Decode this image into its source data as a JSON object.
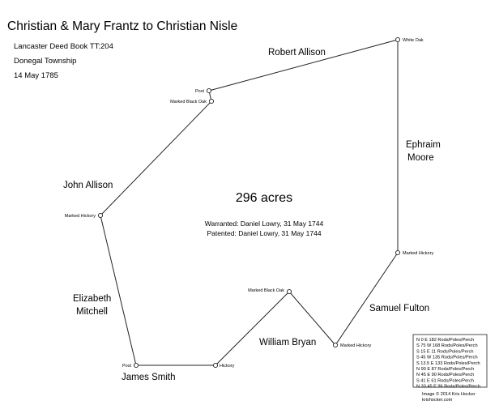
{
  "title": "Christian & Mary Frantz to Christian Nisle",
  "deed_book": "Lancaster Deed Book TT:204",
  "township": "Donegal Township",
  "date": "14 May 1785",
  "acreage": "296 acres",
  "warranted": "Warranted: Daniel Lowry, 31 May 1744",
  "patented": "Patented: Daniel Lowry, 31 May 1744",
  "neighbors": {
    "robert_allison": "Robert Allison",
    "ephraim": "Ephraim",
    "moore": "Moore",
    "john_allison": "John Allison",
    "elizabeth": "Elizabeth",
    "mitchell": "Mitchell",
    "james_smith": "James Smith",
    "william_bryan": "William Bryan",
    "samuel_fulton": "Samuel Fulton"
  },
  "corners": {
    "white_oak": "White Oak",
    "post_top": "Post",
    "marked_black_oak_top": "Marked Black Oak",
    "marked_hickory_left": "Marked Hickory",
    "post_bottom": "Post",
    "hickory": "Hickory",
    "marked_black_oak_bottom": "Marked Black Oak",
    "marked_hickory_bottom": "Marked Hickory",
    "marked_hickory_right": "Marked Hickory"
  },
  "calls": [
    "N 0 E 182 Rods/Poles/Perch",
    "S 75 W 168 Rods/Poles/Perch",
    "S 15 E 11 Rods/Poles/Perch",
    "S 45 W 135 Rods/Poles/Perch",
    "S 13.5 E 133 Rods/Poles/Perch",
    "N 90 E 87 Rods/Poles/Perch",
    "N 45 E 90 Rods/Poles/Perch",
    "S 41 E 61 Rods/Poles/Perch",
    "N 33.45 E 96 Rods/Poles/Perch"
  ],
  "credit": {
    "line1": "Image © 2014 Kris Hocker",
    "line2": "krishocker.com"
  },
  "colors": {
    "line": "#222222",
    "text": "#111111",
    "background": "#ffffff"
  }
}
